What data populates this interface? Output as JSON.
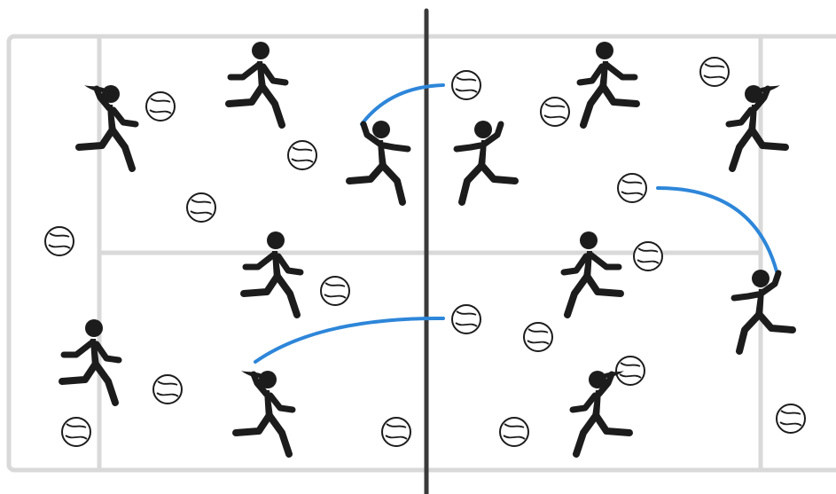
{
  "colors": {
    "background": "#ffffff",
    "court_lines": "#d9d9d9",
    "net": "#3a3a3a",
    "figure": "#1c1c1c",
    "ball_outline": "#1c1c1c",
    "throw_arc": "#2d86d9"
  },
  "players": [
    {
      "icon": "runner-icon",
      "pose": "ponytail"
    },
    {
      "icon": "runner-icon",
      "pose": "plain"
    },
    {
      "icon": "runner-icon",
      "pose": "arms-up"
    },
    {
      "icon": "runner-icon",
      "pose": "plain"
    },
    {
      "icon": "runner-icon",
      "pose": "plain"
    },
    {
      "icon": "runner-icon",
      "pose": "ponytail"
    },
    {
      "icon": "runner-icon",
      "pose": "plain"
    },
    {
      "icon": "runner-icon",
      "pose": "arms-up"
    },
    {
      "icon": "runner-icon",
      "pose": "ponytail"
    },
    {
      "icon": "runner-icon",
      "pose": "plain"
    },
    {
      "icon": "runner-icon",
      "pose": "arms-up"
    },
    {
      "icon": "runner-icon",
      "pose": "ponytail"
    }
  ],
  "balls": {
    "icon": "ball-icon",
    "count": 18
  },
  "throw_arcs": {
    "count": 3
  }
}
